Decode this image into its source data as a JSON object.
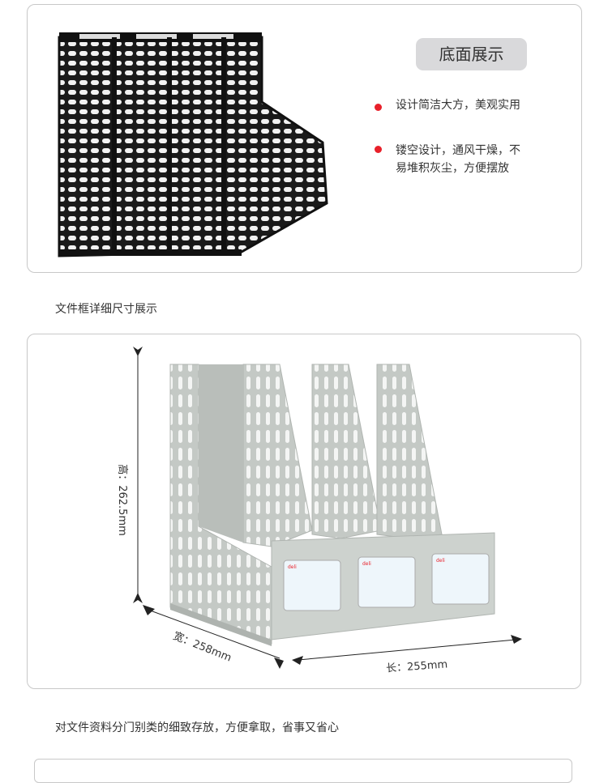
{
  "bottom_display": {
    "title": "底面展示",
    "bullets": [
      "设计简洁大方，美观实用",
      "镂空设计，通风干燥，不",
      "易堆积灰尘，方便摆放"
    ]
  },
  "size_section": {
    "caption": "文件框详细尺寸展示",
    "height_label": "高：262.5mm",
    "width_label": "宽：258mm",
    "length_label": "长：255mm"
  },
  "footer_caption": "对文件资料分门别类的细致存放，方便拿取，省事又省心",
  "colors": {
    "bullet": "#e8202a",
    "pill": "#d9d9db",
    "product_gray": "#c4c9c5"
  }
}
